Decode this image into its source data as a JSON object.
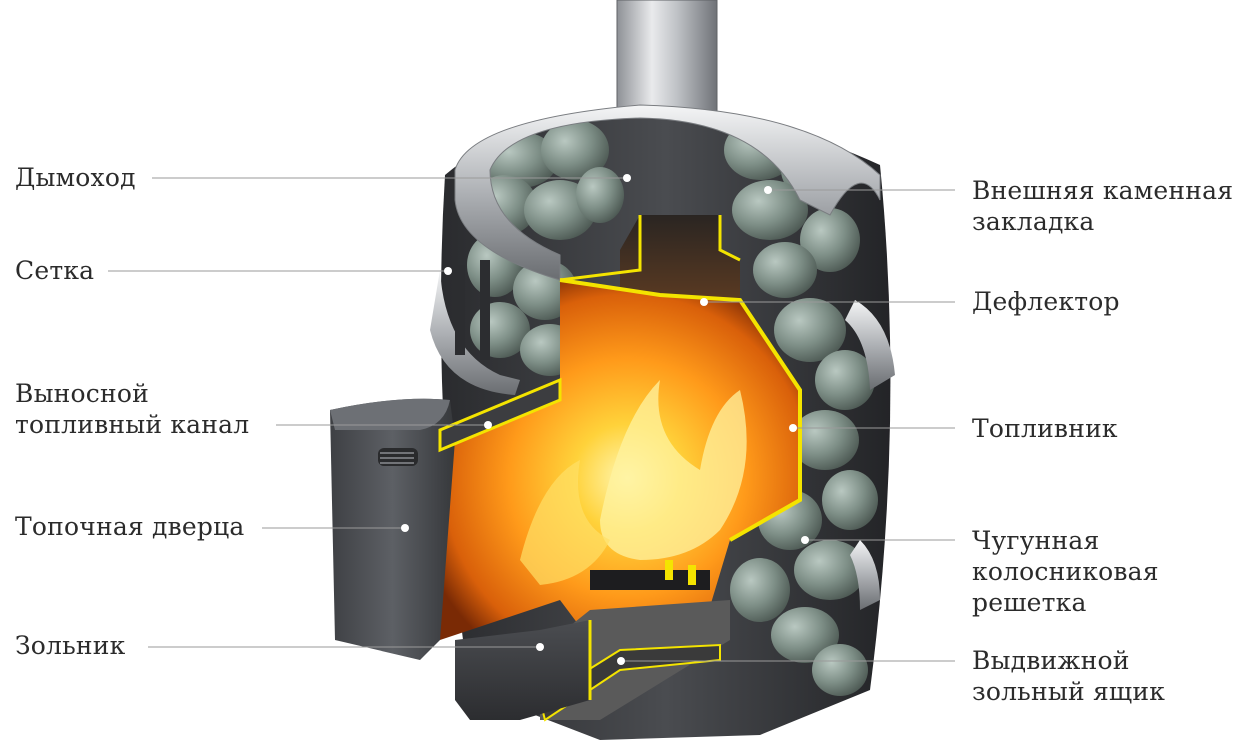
{
  "labels": {
    "chimney": "Дымоход",
    "mesh": "Сетка",
    "fuel_channel": "Выносной\nтопливный канал",
    "firebox_door": "Топочная дверца",
    "ash_pit": "Зольник",
    "outer_stones": "Внешняя каменная\nзакладка",
    "deflector": "Дефлектор",
    "firebox": "Топливник",
    "grate": "Чугунная\nколосниковая\nрешетка",
    "ash_drawer": "Выдвижной\nзольный ящик"
  },
  "colors": {
    "text": "#2b2b2b",
    "leader_line": "#9a9a9a",
    "steel": "#3c3d40",
    "stone": "#7d8e86",
    "flame": "#ff9a1a",
    "highlight": "#f4e400"
  }
}
